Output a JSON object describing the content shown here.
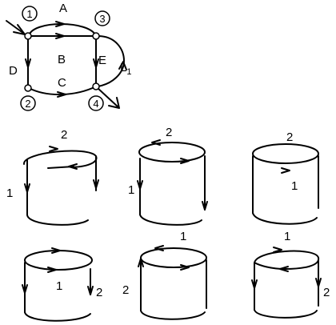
{
  "graph": {
    "nodes": [
      "1",
      "2",
      "3",
      "4"
    ],
    "edges": [
      "A",
      "B",
      "C",
      "D",
      "E"
    ],
    "loop": {
      "name": "L",
      "sub": "1"
    }
  },
  "surfaces": [
    {
      "labels": [
        "2",
        "1"
      ]
    },
    {
      "labels": [
        "2",
        "1"
      ]
    },
    {
      "labels": [
        "2",
        "1"
      ]
    },
    {
      "labels": [
        "1",
        "2"
      ]
    },
    {
      "labels": [
        "1",
        "2"
      ]
    },
    {
      "labels": [
        "1",
        "2"
      ]
    }
  ]
}
